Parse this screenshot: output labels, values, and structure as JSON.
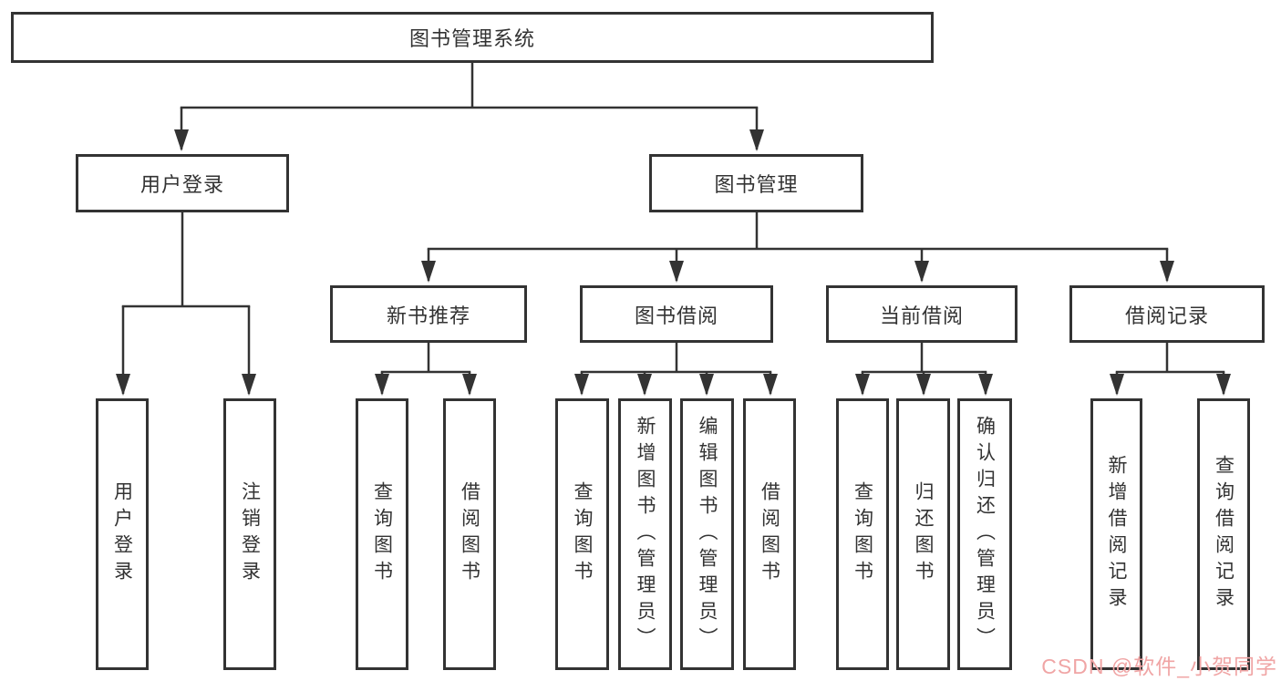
{
  "diagram_type": "function-structure-tree",
  "colors": {
    "line": "#333333",
    "box_border": "#333333",
    "text": "#333333",
    "background": "#ffffff",
    "watermark": "#f0a5a5"
  },
  "tree": {
    "label": "图书管理系统",
    "children": [
      {
        "label": "用户登录",
        "children": [
          {
            "label": "用户登录"
          },
          {
            "label": "注销登录"
          }
        ]
      },
      {
        "label": "图书管理",
        "children": [
          {
            "label": "新书推荐",
            "children": [
              {
                "label": "查询图书"
              },
              {
                "label": "借阅图书"
              }
            ]
          },
          {
            "label": "图书借阅",
            "children": [
              {
                "label": "查询图书"
              },
              {
                "label": "新增图书（管理员）"
              },
              {
                "label": "编辑图书（管理员）"
              },
              {
                "label": "借阅图书"
              }
            ]
          },
          {
            "label": "当前借阅",
            "children": [
              {
                "label": "查询图书"
              },
              {
                "label": "归还图书"
              },
              {
                "label": "确认归还（管理员）"
              }
            ]
          },
          {
            "label": "借阅记录",
            "children": [
              {
                "label": "新增借阅记录"
              },
              {
                "label": "查询借阅记录"
              }
            ]
          }
        ]
      }
    ]
  },
  "watermark": "CSDN @软件_小贺同学"
}
